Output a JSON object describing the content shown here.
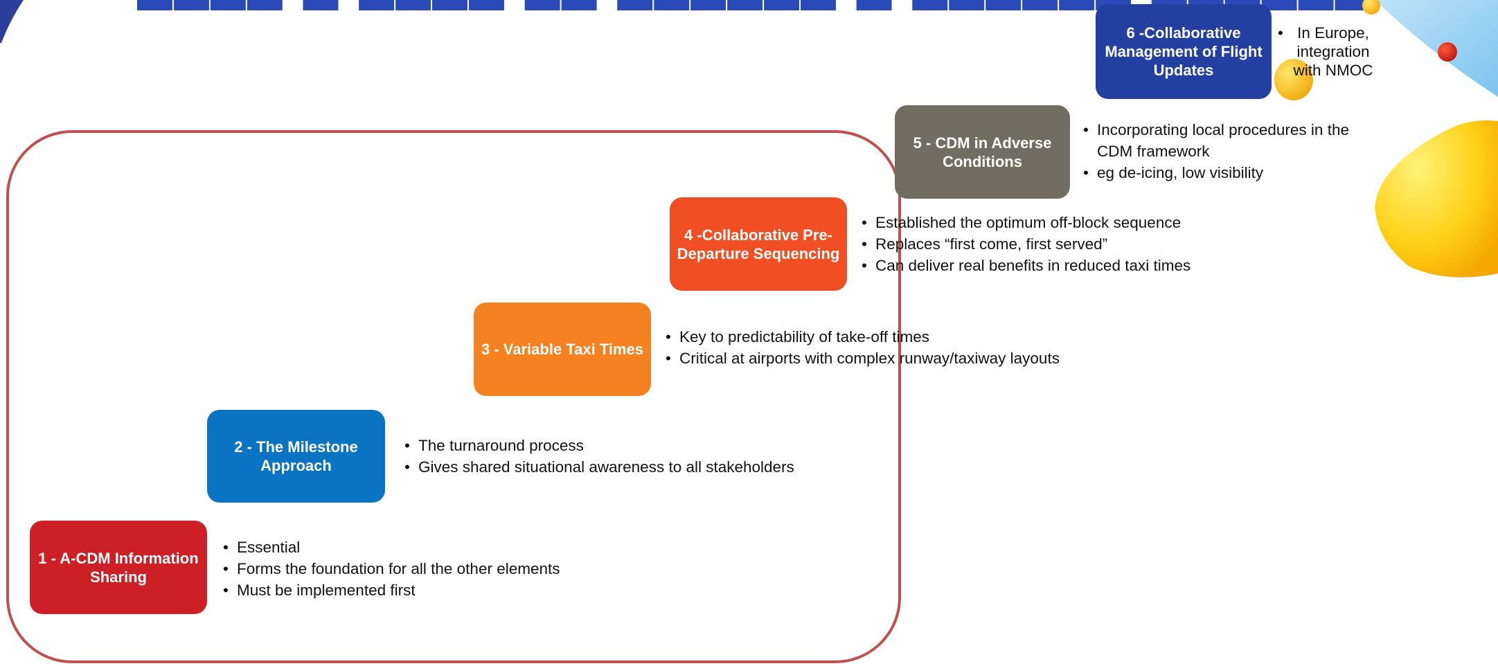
{
  "colors": {
    "frame": "#c0504d",
    "step1": "#cc1f26",
    "step2": "#0a73c2",
    "step3": "#f58220",
    "step4": "#f04e23",
    "step5": "#706e60",
    "step6": "#2340a0",
    "title": "#2a4ab8"
  },
  "steps": [
    {
      "label": "1 - A-CDM Information Sharing",
      "bullets": [
        "Essential",
        "Forms the foundation for all the other elements",
        "Must be implemented first"
      ]
    },
    {
      "label": "2 - The Milestone Approach",
      "bullets": [
        "The turnaround process",
        "Gives shared situational awareness to all stakeholders"
      ]
    },
    {
      "label": "3 - Variable Taxi Times",
      "bullets": [
        "Key to predictability of take-off times",
        "Critical at airports with complex runway/taxiway layouts"
      ]
    },
    {
      "label": "4 -Collaborative Pre-Departure Sequencing",
      "bullets": [
        "Established the optimum off-block sequence",
        "Replaces “first come, first served”",
        "Can deliver real benefits in reduced taxi times"
      ]
    },
    {
      "label": "5 - CDM in Adverse Conditions",
      "bullets": [
        "Incorporating local procedures in the CDM framework",
        "eg de-icing, low visibility"
      ]
    },
    {
      "label": "6 -Collaborative Management of Flight Updates",
      "bullets": [
        "In Europe, integration with NMOC"
      ]
    }
  ]
}
